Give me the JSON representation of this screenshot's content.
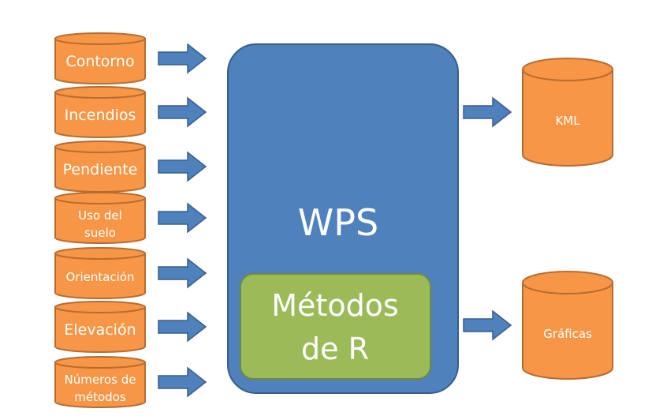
{
  "colors": {
    "cylinder_fill": "#f79646",
    "cylinder_stroke": "#b66d31",
    "arrow_fill": "#4f81bd",
    "arrow_stroke": "#385d8a",
    "wps_fill": "#4f81bd",
    "wps_stroke": "#385d8a",
    "methods_fill": "#9bbb59",
    "methods_stroke": "#71893f",
    "label_text": "#ffffff"
  },
  "inputs": [
    {
      "label": "Contorno",
      "lines": [
        "Contorno"
      ]
    },
    {
      "label": "Incendios",
      "lines": [
        "Incendios"
      ]
    },
    {
      "label": "Pendiente",
      "lines": [
        "Pendiente"
      ]
    },
    {
      "label": "Uso del suelo",
      "lines": [
        "Uso del",
        "suelo"
      ]
    },
    {
      "label": "Orientación",
      "lines": [
        "Orientación"
      ]
    },
    {
      "label": "Elevación",
      "lines": [
        "Elevación"
      ]
    },
    {
      "label": "Números de métodos",
      "lines": [
        "Números de",
        "métodos"
      ]
    }
  ],
  "processor": {
    "title": "WPS",
    "methods": {
      "lines": [
        "Métodos",
        "de R"
      ]
    }
  },
  "outputs": [
    {
      "label": "KML"
    },
    {
      "label": "Gráficas"
    }
  ]
}
